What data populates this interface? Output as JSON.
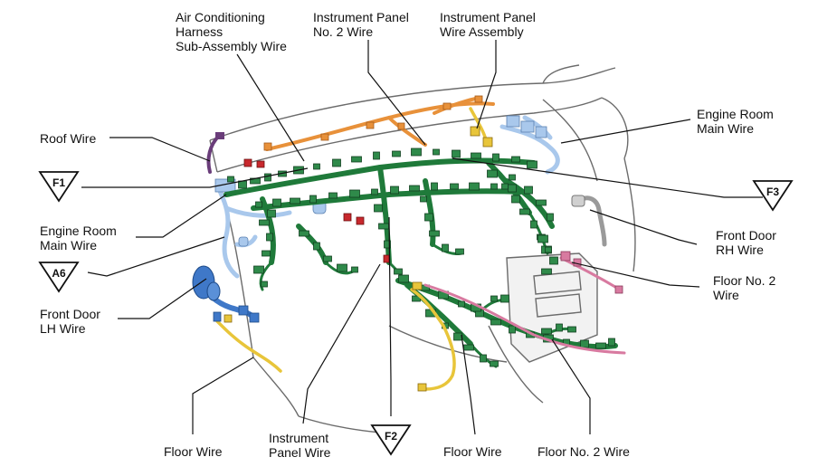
{
  "labels": {
    "ac_harness": "Air Conditioning\nHarness\nSub-Assembly Wire",
    "ip_no2": "Instrument Panel\nNo. 2 Wire",
    "ip_wire_assembly": "Instrument Panel\nWire Assembly",
    "engine_room_main_right": "Engine Room\nMain Wire",
    "roof_wire": "Roof Wire",
    "engine_room_main_left": "Engine Room\nMain Wire",
    "front_door_rh": "Front Door\nRH Wire",
    "floor_no2_right": "Floor No. 2\nWire",
    "front_door_lh": "Front Door\nLH Wire",
    "floor_wire_left": "Floor Wire",
    "instrument_panel_wire": "Instrument\nPanel Wire",
    "floor_wire_center": "Floor Wire",
    "floor_no2_bottom": "Floor No. 2 Wire"
  },
  "markers": {
    "f1": "F1",
    "f2": "F2",
    "f3": "F3",
    "a6": "A6"
  },
  "colors": {
    "main_harness": "#1f7a3a",
    "connector": "#2f8a4a",
    "dash_outline": "#6b6b6b",
    "dash_fill": "#ececec",
    "orange_wire": "#e8913a",
    "yellow_wire": "#e8c53a",
    "blue_wire": "#3f78c8",
    "pink_wire": "#d87aa0",
    "purple_wire": "#6a3d7a",
    "red_connector": "#c8282d",
    "light_blue": "#a9c8ec"
  }
}
